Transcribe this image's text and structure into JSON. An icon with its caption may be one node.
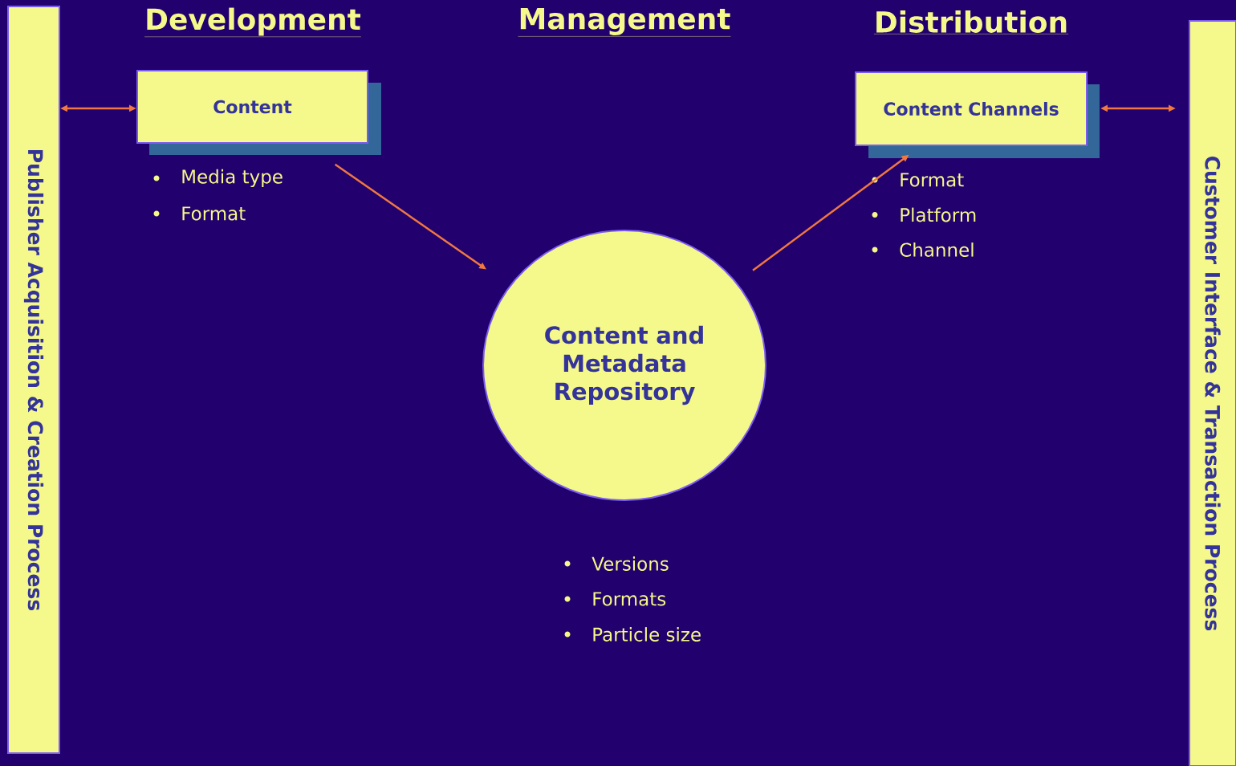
{
  "diagram": {
    "nodes": [
      {
        "text": [
          "Publisher Acquisition & Creation Process"
        ]
      },
      {
        "text": [
          "Content"
        ],
        "beside": [
          "Media type",
          "Format"
        ]
      },
      {
        "text": [
          "Content and Metadata Repository"
        ],
        "beside": [
          "Versions",
          "Formats",
          "Particle size"
        ]
      },
      {
        "text": [
          "Content Channels"
        ],
        "beside": [
          "Format",
          "Platform",
          "Channel"
        ]
      },
      {
        "text": [
          "Customer Interface & Transaction Process"
        ]
      }
    ],
    "edges": [
      {
        "from": 0,
        "to": 1,
        "arrow": "both"
      },
      {
        "from": 1,
        "to": 2,
        "arrow": "to"
      },
      {
        "from": 2,
        "to": 3,
        "arrow": "to"
      },
      {
        "from": 3,
        "to": 4,
        "arrow": "both"
      }
    ],
    "labels": [
      "Development",
      "Management",
      "Distribution"
    ]
  }
}
